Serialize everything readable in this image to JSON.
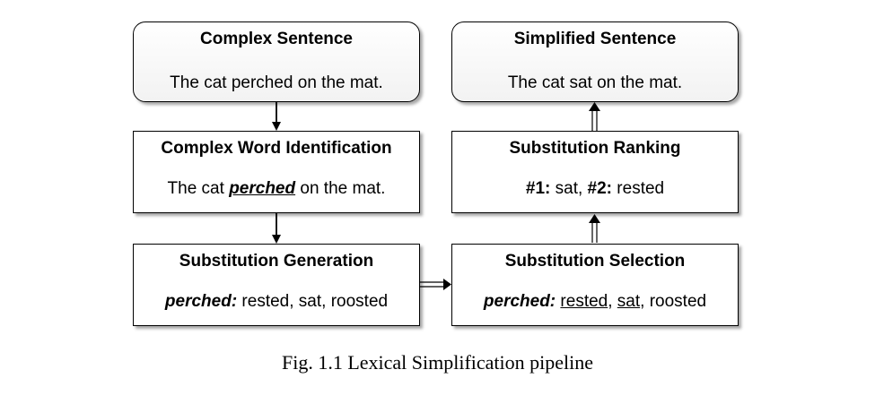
{
  "boxes": {
    "complex_sentence": {
      "title": "Complex Sentence",
      "text": "The cat perched on the mat."
    },
    "complex_word_identification": {
      "title": "Complex Word Identification",
      "text_before": "The cat ",
      "highlight": "perched",
      "text_after": " on the mat."
    },
    "substitution_generation": {
      "title": "Substitution Generation",
      "label": "perched:",
      "candidates": " rested, sat, roosted"
    },
    "substitution_selection": {
      "title": "Substitution Selection",
      "label": "perched:",
      "selected_1": "rested",
      "sep_1": ", ",
      "selected_2": "sat",
      "rest": ", roosted"
    },
    "substitution_ranking": {
      "title": "Substitution Ranking",
      "rank1_label": "#1:",
      "rank1_value": " sat, ",
      "rank2_label": "#2:",
      "rank2_value": " rested"
    },
    "simplified_sentence": {
      "title": "Simplified Sentence",
      "text": "The cat sat on the mat."
    }
  },
  "caption": "Fig. 1.1 Lexical Simplification pipeline"
}
